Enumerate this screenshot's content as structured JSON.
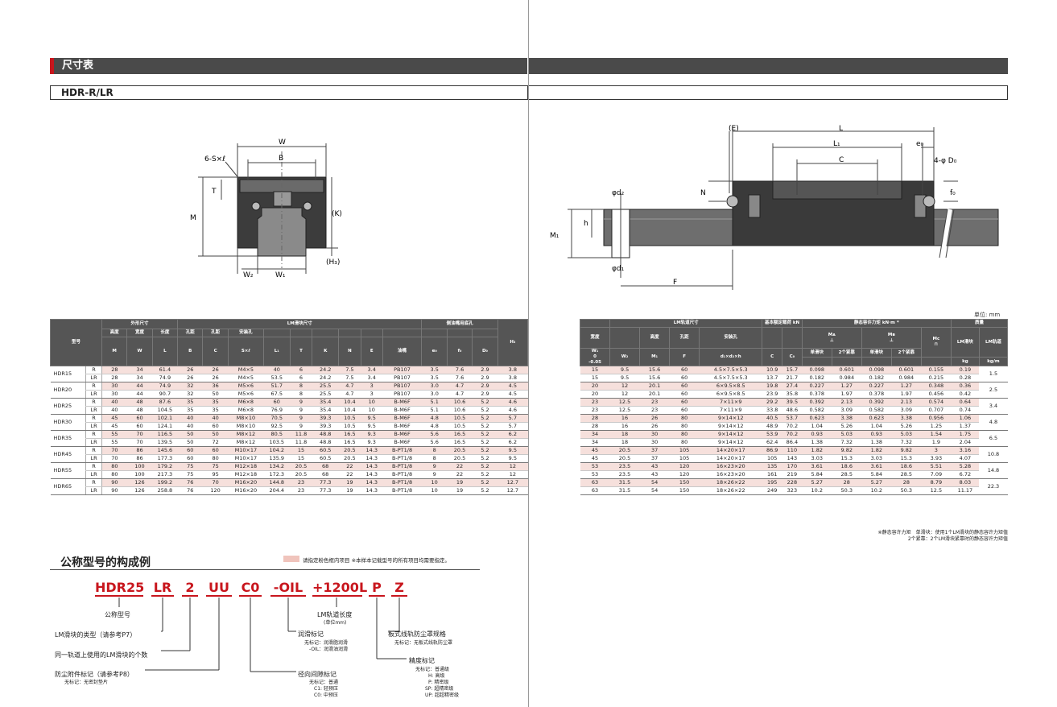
{
  "section": {
    "title": "尺寸表",
    "subtitle": "HDR-R/LR"
  },
  "unit": "单位: mm",
  "left_drawing": {
    "labels": {
      "W": "W",
      "B": "B",
      "S": "6-S×ℓ",
      "T": "T",
      "M": "M",
      "K": "(K)",
      "H3": "(H₃)",
      "W2": "W₂",
      "W1": "W₁"
    }
  },
  "right_drawing": {
    "labels": {
      "E": "(E)",
      "L": "L",
      "L1": "L₁",
      "C": "C",
      "e0": "e₀",
      "D0": "4-φ D₀",
      "N": "N",
      "f0": "f₀",
      "d2": "φd₂",
      "h": "h",
      "M1": "M₁",
      "d1": "φd₁",
      "F": "F"
    }
  },
  "left_table": {
    "group_headers": {
      "outer": "外形尺寸",
      "block": "LM滑块尺寸",
      "side": "侧油嘴用底孔"
    },
    "col_model": "型号",
    "sub_headers": {
      "height": "高度",
      "width": "宽度",
      "length": "长度",
      "pitch1": "孔距",
      "pitch2": "孔距",
      "mount": "安装孔"
    },
    "sym_headers": [
      "M",
      "W",
      "L",
      "B",
      "C",
      "S×ℓ",
      "L₁",
      "T",
      "K",
      "N",
      "E",
      "油嘴",
      "e₀",
      "f₀",
      "D₀",
      "H₃"
    ],
    "rows": [
      {
        "model": "HDR15",
        "type": "R",
        "v": [
          "28",
          "34",
          "61.4",
          "26",
          "26",
          "M4×5",
          "40",
          "6",
          "24.2",
          "7.5",
          "3.4",
          "PB107",
          "3.5",
          "7.6",
          "2.9",
          "3.8"
        ]
      },
      {
        "model": "",
        "type": "LR",
        "v": [
          "28",
          "34",
          "74.9",
          "26",
          "26",
          "M4×5",
          "53.5",
          "6",
          "24.2",
          "7.5",
          "3.4",
          "PB107",
          "3.5",
          "7.6",
          "2.9",
          "3.8"
        ]
      },
      {
        "model": "HDR20",
        "type": "R",
        "v": [
          "30",
          "44",
          "74.9",
          "32",
          "36",
          "M5×6",
          "51.7",
          "8",
          "25.5",
          "4.7",
          "3",
          "PB107",
          "3.0",
          "4.7",
          "2.9",
          "4.5"
        ]
      },
      {
        "model": "",
        "type": "LR",
        "v": [
          "30",
          "44",
          "90.7",
          "32",
          "50",
          "M5×6",
          "67.5",
          "8",
          "25.5",
          "4.7",
          "3",
          "PB107",
          "3.0",
          "4.7",
          "2.9",
          "4.5"
        ]
      },
      {
        "model": "HDR25",
        "type": "R",
        "v": [
          "40",
          "48",
          "87.6",
          "35",
          "35",
          "M6×8",
          "60",
          "9",
          "35.4",
          "10.4",
          "10",
          "B-M6F",
          "5.1",
          "10.6",
          "5.2",
          "4.6"
        ]
      },
      {
        "model": "",
        "type": "LR",
        "v": [
          "40",
          "48",
          "104.5",
          "35",
          "35",
          "M6×8",
          "76.9",
          "9",
          "35.4",
          "10.4",
          "10",
          "B-M6F",
          "5.1",
          "10.6",
          "5.2",
          "4.6"
        ]
      },
      {
        "model": "HDR30",
        "type": "R",
        "v": [
          "45",
          "60",
          "102.1",
          "40",
          "40",
          "M8×10",
          "70.5",
          "9",
          "39.3",
          "10.5",
          "9.5",
          "B-M6F",
          "4.8",
          "10.5",
          "5.2",
          "5.7"
        ]
      },
      {
        "model": "",
        "type": "LR",
        "v": [
          "45",
          "60",
          "124.1",
          "40",
          "60",
          "M8×10",
          "92.5",
          "9",
          "39.3",
          "10.5",
          "9.5",
          "B-M6F",
          "4.8",
          "10.5",
          "5.2",
          "5.7"
        ]
      },
      {
        "model": "HDR35",
        "type": "R",
        "v": [
          "55",
          "70",
          "116.5",
          "50",
          "50",
          "M8×12",
          "80.5",
          "11.8",
          "48.8",
          "16.5",
          "9.3",
          "B-M6F",
          "5.6",
          "16.5",
          "5.2",
          "6.2"
        ]
      },
      {
        "model": "",
        "type": "LR",
        "v": [
          "55",
          "70",
          "139.5",
          "50",
          "72",
          "M8×12",
          "103.5",
          "11.8",
          "48.8",
          "16.5",
          "9.3",
          "B-M6F",
          "5.6",
          "16.5",
          "5.2",
          "6.2"
        ]
      },
      {
        "model": "HDR45",
        "type": "R",
        "v": [
          "70",
          "86",
          "145.6",
          "60",
          "60",
          "M10×17",
          "104.2",
          "15",
          "60.5",
          "20.5",
          "14.3",
          "B-PT1/8",
          "8",
          "20.5",
          "5.2",
          "9.5"
        ]
      },
      {
        "model": "",
        "type": "LR",
        "v": [
          "70",
          "86",
          "177.3",
          "60",
          "80",
          "M10×17",
          "135.9",
          "15",
          "60.5",
          "20.5",
          "14.3",
          "B-PT1/8",
          "8",
          "20.5",
          "5.2",
          "9.5"
        ]
      },
      {
        "model": "HDR55",
        "type": "R",
        "v": [
          "80",
          "100",
          "179.2",
          "75",
          "75",
          "M12×18",
          "134.2",
          "20.5",
          "68",
          "22",
          "14.3",
          "B-PT1/8",
          "9",
          "22",
          "5.2",
          "12"
        ]
      },
      {
        "model": "",
        "type": "LR",
        "v": [
          "80",
          "100",
          "217.3",
          "75",
          "95",
          "M12×18",
          "172.3",
          "20.5",
          "68",
          "22",
          "14.3",
          "B-PT1/8",
          "9",
          "22",
          "5.2",
          "12"
        ]
      },
      {
        "model": "HDR65",
        "type": "R",
        "v": [
          "90",
          "126",
          "199.2",
          "76",
          "70",
          "M16×20",
          "144.8",
          "23",
          "77.3",
          "19",
          "14.3",
          "B-PT1/8",
          "10",
          "19",
          "5.2",
          "12.7"
        ]
      },
      {
        "model": "",
        "type": "LR",
        "v": [
          "90",
          "126",
          "258.8",
          "76",
          "120",
          "M16×20",
          "204.4",
          "23",
          "77.3",
          "19",
          "14.3",
          "B-PT1/8",
          "10",
          "19",
          "5.2",
          "12.7"
        ]
      }
    ]
  },
  "right_table": {
    "group_headers": {
      "rail": "LM轨道尺寸",
      "load": "基本额定载荷 kN",
      "moment": "静态容许力矩 kN·m *",
      "mass": "质量"
    },
    "sub_headers": {
      "width": "宽度",
      "height": "高度",
      "pitch": "孔距",
      "mount": "安装孔",
      "ma": "Mᴀ",
      "mb": "Mʙ",
      "mc": "Mᴄ",
      "block": "LM滑块",
      "rail": "LM轨道",
      "single": "单滑块",
      "double": "2个紧靠",
      "single2": "单滑块",
      "double2": "2个紧靠"
    },
    "sym_headers": {
      "w1": "W₁",
      "w1_tol_a": "0",
      "w1_tol_b": "-0.05",
      "w2": "W₂",
      "m1": "M₁",
      "f": "F",
      "d": "d₁×d₂×h",
      "c": "C",
      "c0": "C₀",
      "kg": "kg",
      "kgm": "kg/m"
    },
    "rows": [
      {
        "v": [
          "15",
          "9.5",
          "15.6",
          "60",
          "4.5×7.5×5.3",
          "10.9",
          "15.7",
          "0.098",
          "0.601",
          "0.098",
          "0.601",
          "0.155",
          "0.19"
        ],
        "rail": "1.5"
      },
      {
        "v": [
          "15",
          "9.5",
          "15.6",
          "60",
          "4.5×7.5×5.3",
          "13.7",
          "21.7",
          "0.182",
          "0.984",
          "0.182",
          "0.984",
          "0.215",
          "0.28"
        ],
        "rail": ""
      },
      {
        "v": [
          "20",
          "12",
          "20.1",
          "60",
          "6×9.5×8.5",
          "19.8",
          "27.4",
          "0.227",
          "1.27",
          "0.227",
          "1.27",
          "0.348",
          "0.36"
        ],
        "rail": "2.5"
      },
      {
        "v": [
          "20",
          "12",
          "20.1",
          "60",
          "6×9.5×8.5",
          "23.9",
          "35.8",
          "0.378",
          "1.97",
          "0.378",
          "1.97",
          "0.456",
          "0.42"
        ],
        "rail": ""
      },
      {
        "v": [
          "23",
          "12.5",
          "23",
          "60",
          "7×11×9",
          "29.2",
          "39.5",
          "0.392",
          "2.13",
          "0.392",
          "2.13",
          "0.574",
          "0.64"
        ],
        "rail": "3.4"
      },
      {
        "v": [
          "23",
          "12.5",
          "23",
          "60",
          "7×11×9",
          "33.8",
          "48.6",
          "0.582",
          "3.09",
          "0.582",
          "3.09",
          "0.707",
          "0.74"
        ],
        "rail": ""
      },
      {
        "v": [
          "28",
          "16",
          "26",
          "80",
          "9×14×12",
          "40.5",
          "53.7",
          "0.623",
          "3.38",
          "0.623",
          "3.38",
          "0.956",
          "1.06"
        ],
        "rail": "4.8"
      },
      {
        "v": [
          "28",
          "16",
          "26",
          "80",
          "9×14×12",
          "48.9",
          "70.2",
          "1.04",
          "5.26",
          "1.04",
          "5.26",
          "1.25",
          "1.37"
        ],
        "rail": ""
      },
      {
        "v": [
          "34",
          "18",
          "30",
          "80",
          "9×14×12",
          "53.9",
          "70.2",
          "0.93",
          "5.03",
          "0.93",
          "5.03",
          "1.54",
          "1.75"
        ],
        "rail": "6.5"
      },
      {
        "v": [
          "34",
          "18",
          "30",
          "80",
          "9×14×12",
          "62.4",
          "86.4",
          "1.38",
          "7.32",
          "1.38",
          "7.32",
          "1.9",
          "2.04"
        ],
        "rail": ""
      },
      {
        "v": [
          "45",
          "20.5",
          "37",
          "105",
          "14×20×17",
          "86.9",
          "110",
          "1.82",
          "9.82",
          "1.82",
          "9.82",
          "3",
          "3.16"
        ],
        "rail": "10.8"
      },
      {
        "v": [
          "45",
          "20.5",
          "37",
          "105",
          "14×20×17",
          "105",
          "143",
          "3.03",
          "15.3",
          "3.03",
          "15.3",
          "3.93",
          "4.07"
        ],
        "rail": ""
      },
      {
        "v": [
          "53",
          "23.5",
          "43",
          "120",
          "16×23×20",
          "135",
          "170",
          "3.61",
          "18.6",
          "3.61",
          "18.6",
          "5.51",
          "5.28"
        ],
        "rail": "14.8"
      },
      {
        "v": [
          "53",
          "23.5",
          "43",
          "120",
          "16×23×20",
          "161",
          "219",
          "5.84",
          "28.5",
          "5.84",
          "28.5",
          "7.09",
          "6.72"
        ],
        "rail": ""
      },
      {
        "v": [
          "63",
          "31.5",
          "54",
          "150",
          "18×26×22",
          "195",
          "228",
          "5.27",
          "28",
          "5.27",
          "28",
          "8.79",
          "8.03"
        ],
        "rail": "22.3"
      },
      {
        "v": [
          "63",
          "31.5",
          "54",
          "150",
          "18×26×22",
          "249",
          "323",
          "10.2",
          "50.3",
          "10.2",
          "50.3",
          "12.5",
          "11.17"
        ],
        "rail": ""
      }
    ],
    "notes": [
      "※静态容许力矩　单滑块：使用1个LM滑块的静态容许力矩值",
      "2个紧靠：2个LM滑块紧靠时的静态容许力矩值"
    ]
  },
  "example": {
    "title": "公称型号的构成例",
    "swatch_note": "请指定粉色框内项目 ※本样本记载型号的所有项目均需要指定。",
    "codes": [
      "HDR25",
      "LR",
      "2",
      "UU",
      "C0",
      "-OIL",
      "+1200L",
      "P",
      "Z"
    ],
    "desc": {
      "model": "公称型号",
      "block_type": "LM滑块的类型（请参考P7）",
      "count": "同一轨道上使用的LM滑块的个数",
      "seal": "防尘附件标记（请参考P8）",
      "seal_none": "无标记：无密封垫片",
      "preload": "径向间隙标记",
      "preload_1": "无标记：普通",
      "preload_2": "C1: 轻预压",
      "preload_3": "C0: 中预压",
      "lube": "润滑标记",
      "lube_1": "无标记：润滑脂润滑",
      "lube_2": "-OIL：润滑油润滑",
      "rail_len": "LM轨道长度",
      "rail_unit": "(单位mm)",
      "accuracy": "精度标记",
      "acc_1": "无标记：普通级",
      "acc_2": "H: 高级",
      "acc_3": "P: 精密级",
      "acc_4": "SP: 超精密级",
      "acc_5": "UP: 超超精密级",
      "cover": "板式线轨防尘罩规格",
      "cover_1": "无标记：无板式线轨防尘罩"
    }
  },
  "colors": {
    "accent": "#c8161d",
    "header": "#555555",
    "shade": "#f6e0dc"
  }
}
